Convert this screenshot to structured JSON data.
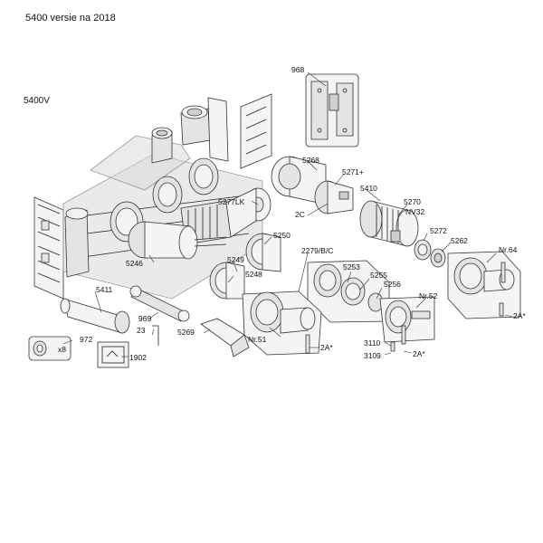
{
  "header": {
    "title": "5400 versie na 2018",
    "model": "5400V"
  },
  "parts": {
    "p968": "968",
    "p5268": "5268",
    "p5271": "5271+",
    "p5410": "5410",
    "p5270": "5270",
    "pNV32": "NV32",
    "p2C": "2C",
    "p5277LK": "5277LK",
    "p5250": "5250",
    "p5246": "5246",
    "p5249": "5249",
    "p5248": "5248",
    "p2279": "2279/B/C",
    "p5253": "5253",
    "p5255": "5255",
    "p5256": "5256",
    "p5272": "5272",
    "p5262": "5262",
    "pNr64": "Nr.64",
    "pNr52": "Nr.52",
    "pNr51": "Nr.51",
    "p5411": "5411",
    "p969": "969",
    "p23": "23",
    "p5269": "5269",
    "p972": "972",
    "px8": "x8",
    "p1902": "1902",
    "p2A_1": "2A*",
    "p2A_2": "2A*",
    "p2A_3": "2A*",
    "p3110": "3110",
    "p3109": "3109"
  }
}
